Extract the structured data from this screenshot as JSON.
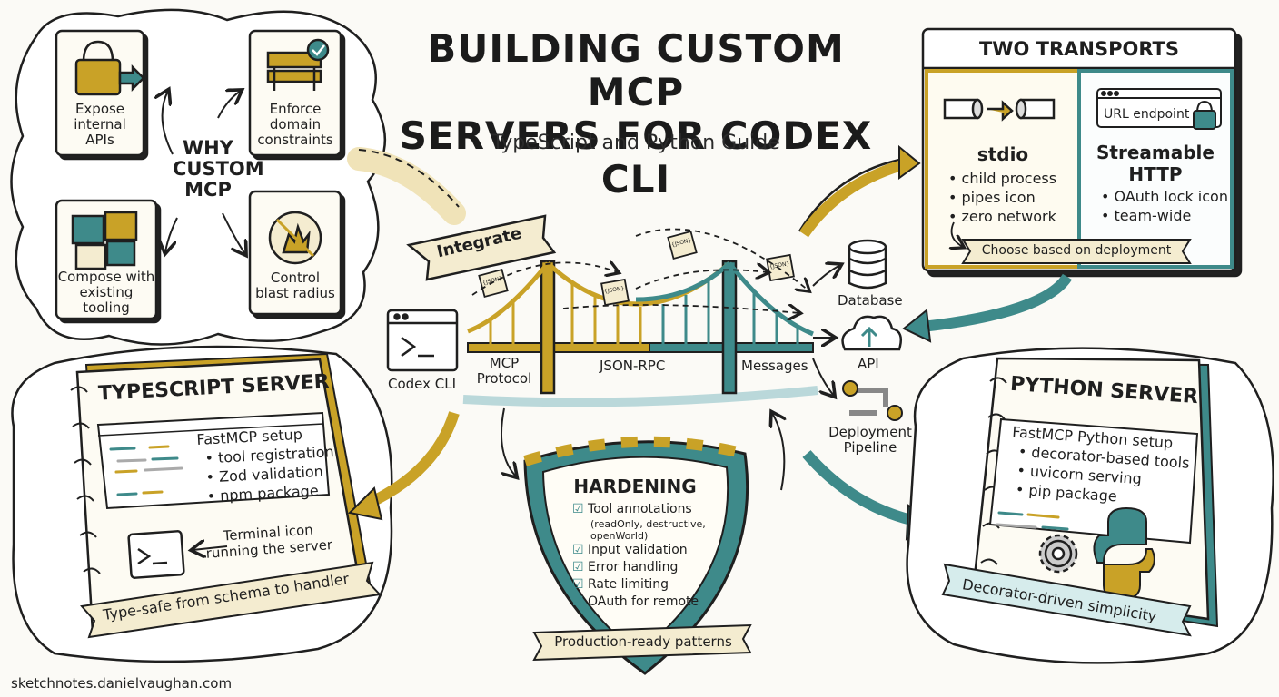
{
  "header": {
    "title_line1": "BUILDING CUSTOM MCP",
    "title_line2": "SERVERS FOR CODEX CLI",
    "subtitle": "TypeScript and Python Guide"
  },
  "why_custom": {
    "heading_lines": [
      "WHY",
      "CUSTOM",
      "MCP"
    ],
    "cards": [
      {
        "lines": [
          "Expose",
          "internal",
          "APIs"
        ],
        "icon": "padlock-arrow-icon"
      },
      {
        "lines": [
          "Enforce",
          "domain",
          "constraints"
        ],
        "icon": "barrier-check-icon"
      },
      {
        "lines": [
          "Compose with",
          "existing",
          "tooling"
        ],
        "icon": "puzzle-icon"
      },
      {
        "lines": [
          "Control",
          "blast radius"
        ],
        "icon": "blast-shield-icon"
      }
    ]
  },
  "transports": {
    "title": "TWO TRANSPORTS",
    "stdio": {
      "name": "stdio",
      "bullets": [
        "• child process",
        "• pipes icon",
        "• zero network"
      ]
    },
    "http": {
      "url_label": "URL endpoint",
      "name_lines": [
        "Streamable",
        "HTTP"
      ],
      "bullets": [
        "• OAuth lock icon",
        "• team-wide"
      ]
    },
    "footer": "Choose based on deployment"
  },
  "bridge": {
    "banner": "Integrate",
    "left_label": "Codex CLI",
    "protocol_lines": [
      "MCP",
      "Protocol"
    ],
    "center_label": "JSON-RPC",
    "right_label": "Messages",
    "packet_labels": [
      "{JSON}",
      "{JSON}",
      "{JSON}",
      "{JSON}"
    ]
  },
  "destinations": [
    {
      "lines": [
        "Database"
      ],
      "icon": "database-icon"
    },
    {
      "lines": [
        "API"
      ],
      "icon": "cloud-upload-icon"
    },
    {
      "lines": [
        "Deployment",
        "Pipeline"
      ],
      "icon": "pipeline-gears-icon"
    }
  ],
  "typescript": {
    "title": "TYPESCRIPT SERVER",
    "setup_heading": "FastMCP setup",
    "bullets": [
      "• tool registration",
      "• Zod validation",
      "• npm package"
    ],
    "terminal_lines": [
      "Terminal icon",
      "running the server"
    ],
    "footer": "Type-safe from schema to handler"
  },
  "hardening": {
    "title": "HARDENING",
    "items": [
      {
        "text": "Tool annotations",
        "sub": [
          "(readOnly, destructive,",
          "openWorld)"
        ]
      },
      {
        "text": "Input validation",
        "sub": []
      },
      {
        "text": "Error handling",
        "sub": []
      },
      {
        "text": "Rate limiting",
        "sub": []
      },
      {
        "text": "OAuth for remote",
        "sub": []
      }
    ],
    "footer": "Production-ready patterns"
  },
  "python": {
    "title": "PYTHON SERVER",
    "setup_heading": "FastMCP Python setup",
    "bullets": [
      "• decorator-based tools",
      "• uvicorn serving",
      "• pip package"
    ],
    "footer": "Decorator-driven simplicity"
  },
  "footer": {
    "credit": "sketchnotes.danielvaughan.com"
  },
  "colors": {
    "gold": "#c9a227",
    "teal": "#3e8a8a",
    "cream": "#f4ecd0",
    "ink": "#1f1f1f",
    "paper": "#fbfaf6"
  }
}
